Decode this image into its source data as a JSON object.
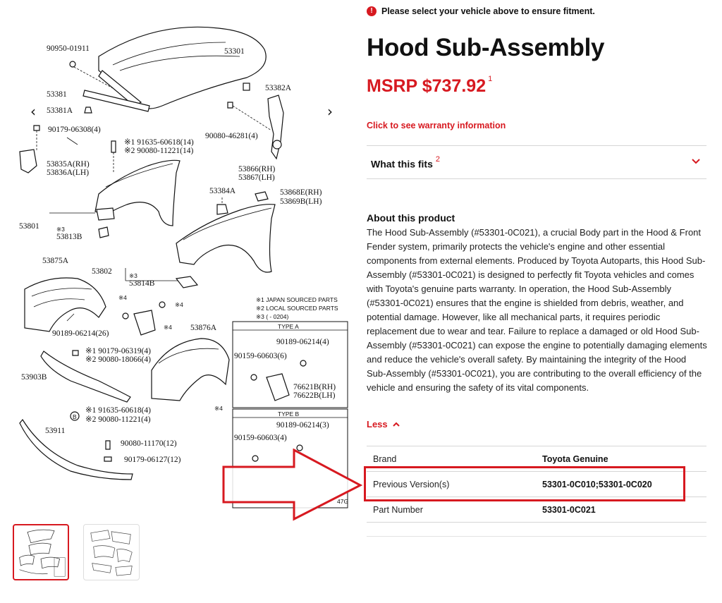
{
  "notice": {
    "text": "Please select your vehicle above to ensure fitment."
  },
  "product": {
    "title": "Hood Sub-Assembly",
    "price": "MSRP $737.92",
    "price_footnote": "1",
    "warranty_link": "Click to see warranty information",
    "what_fits_label": "What this fits",
    "what_fits_footnote": "2",
    "about_heading": "About this product",
    "about_text": "The Hood Sub-Assembly (#53301-0C021), a crucial Body part in the Hood & Front Fender system, primarily protects the vehicle's engine and other essential components from external elements. Produced by Toyota Autoparts, this Hood Sub-Assembly (#53301-0C021) is designed to perfectly fit Toyota vehicles and comes with Toyota's genuine parts warranty. In operation, the Hood Sub-Assembly (#53301-0C021) ensures that the engine is shielded from debris, weather, and potential damage. However, like all mechanical parts, it requires periodic replacement due to wear and tear. Failure to replace a damaged or old Hood Sub-Assembly (#53301-0C021) can expose the engine to potentially damaging elements and reduce the vehicle's overall safety. By maintaining the integrity of the Hood Sub-Assembly (#53301-0C021), you are contributing to the overall efficiency of the vehicle and ensuring the safety of its vital components.",
    "less_label": "Less"
  },
  "specs": [
    {
      "key": "Brand",
      "value": "Toyota Genuine"
    },
    {
      "key": "Previous Version(s)",
      "value": "53301-0C010;53301-0C020"
    },
    {
      "key": "Part Number",
      "value": "53301-0C021"
    }
  ],
  "carousel": {
    "prev": "‹",
    "next": "›"
  },
  "diagram": {
    "labels": {
      "l1": "90950-01911",
      "l2": "53301",
      "l3": "53381",
      "l4": "53382A",
      "l5": "53381A",
      "l6": "90179-06308(4)",
      "l7": "90080-46281(4)",
      "l8": "※1 91635-60618(14)",
      "l9": "※2 90080-11221(14)",
      "l10": "53835A(RH)",
      "l11": "53836A(LH)",
      "l12": "53866(RH)",
      "l13": "53867(LH)",
      "l14": "53384A",
      "l15": "53868E(RH)",
      "l16": "53869B(LH)",
      "l17": "53801",
      "l18": "※3",
      "l19": "53813B",
      "l20": "53875A",
      "l21": "53802",
      "l22": "※3",
      "l23": "53814B",
      "l24": "※1 JAPAN SOURCED PARTS",
      "l25": "※2 LOCAL SOURCED PARTS",
      "l26": "※3 (        - 0204)",
      "l27": "※4",
      "l28": "※4",
      "l29": "※4",
      "l30": "90189-06214(26)",
      "l31": "53876A",
      "l32": "TYPE A",
      "l33": "90189-06214(4)",
      "l34": "90159-60603(6)",
      "l35": "※1 90179-06319(4)",
      "l36": "※2 90080-18066(4)",
      "l37": "53903B",
      "l38": "76621B(RH)",
      "l39": "76622B(LH)",
      "l40": "※4",
      "l41": "TYPE B",
      "l42": "B",
      "l43": "※1 91635-60618(4)",
      "l44": "※2 90080-11221(4)",
      "l45": "90189-06214(3)",
      "l46": "53911",
      "l47": "90159-60603(4)",
      "l48": "90080-11170(12)",
      "l49": "90179-06127(12)",
      "l50": "47G"
    }
  }
}
